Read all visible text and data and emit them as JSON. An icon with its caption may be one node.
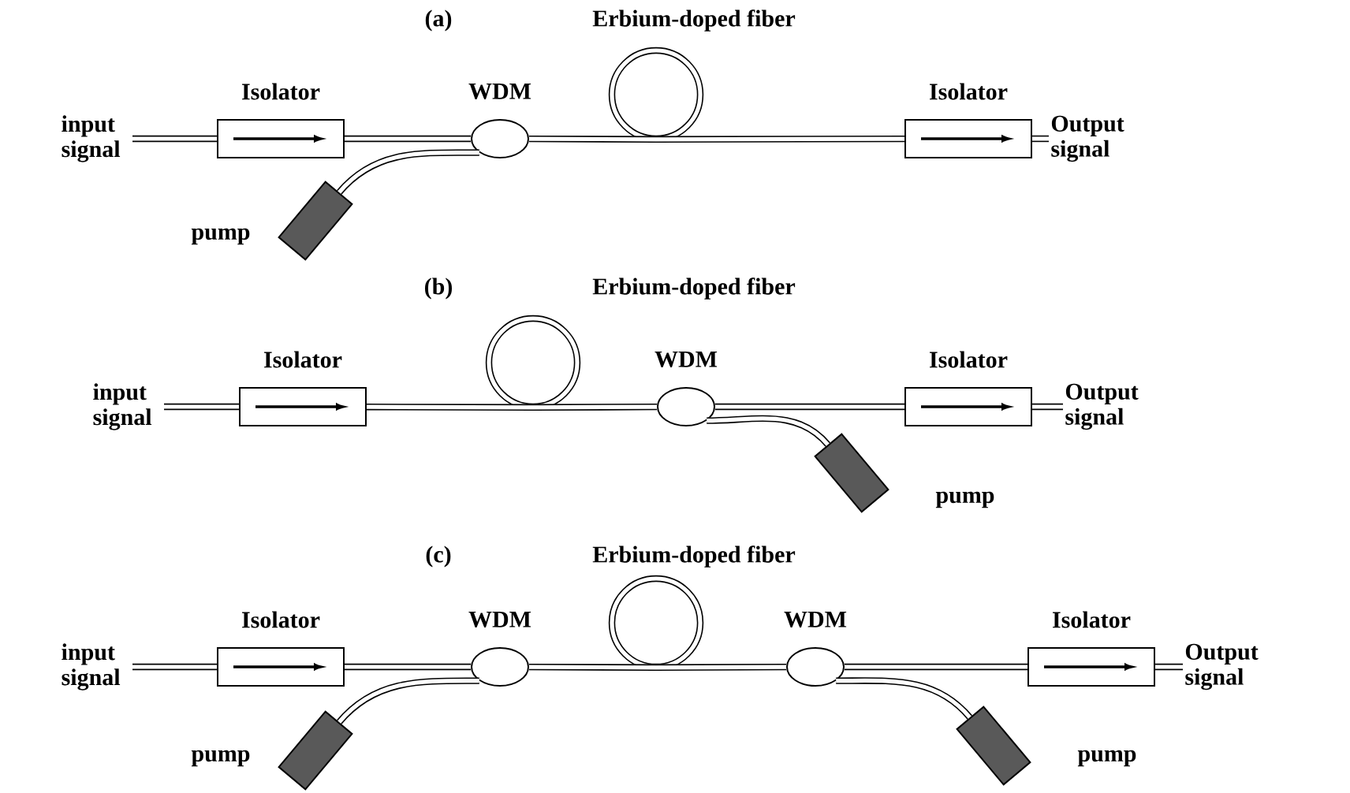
{
  "diagram": {
    "nodes": [
      {
        "text": [
          "input signal"
        ]
      },
      {
        "text": [
          "Isolator"
        ]
      },
      {
        "text": [
          "WDM"
        ]
      },
      {
        "text": [
          "Erbium-doped fiber"
        ]
      },
      {
        "text": [
          "Isolator"
        ]
      },
      {
        "text": [
          "Output signal"
        ]
      },
      {
        "text": [
          "pump"
        ]
      },
      {
        "text": [
          "input signal"
        ]
      },
      {
        "text": [
          "Isolator"
        ]
      },
      {
        "text": [
          "Erbium-doped fiber"
        ]
      },
      {
        "text": [
          "WDM"
        ]
      },
      {
        "text": [
          "Isolator"
        ]
      },
      {
        "text": [
          "Output signal"
        ]
      },
      {
        "text": [
          "pump"
        ]
      },
      {
        "text": [
          "input signal"
        ]
      },
      {
        "text": [
          "Isolator"
        ]
      },
      {
        "text": [
          "WDM"
        ]
      },
      {
        "text": [
          "Erbium-doped fiber"
        ]
      },
      {
        "text": [
          "WDM"
        ]
      },
      {
        "text": [
          "Isolator"
        ]
      },
      {
        "text": [
          "Output signal"
        ]
      },
      {
        "text": [
          "pump"
        ]
      },
      {
        "text": [
          "pump"
        ]
      }
    ],
    "edges": [
      {
        "from": 0,
        "to": 1,
        "arrow": "none"
      },
      {
        "from": 1,
        "to": 2,
        "arrow": "none"
      },
      {
        "from": 6,
        "to": 2,
        "arrow": "none"
      },
      {
        "from": 2,
        "to": 3,
        "arrow": "none"
      },
      {
        "from": 3,
        "to": 4,
        "arrow": "none"
      },
      {
        "from": 4,
        "to": 5,
        "arrow": "none"
      },
      {
        "from": 7,
        "to": 8,
        "arrow": "none"
      },
      {
        "from": 8,
        "to": 9,
        "arrow": "none"
      },
      {
        "from": 9,
        "to": 10,
        "arrow": "none"
      },
      {
        "from": 13,
        "to": 10,
        "arrow": "none"
      },
      {
        "from": 10,
        "to": 11,
        "arrow": "none"
      },
      {
        "from": 11,
        "to": 12,
        "arrow": "none"
      },
      {
        "from": 14,
        "to": 15,
        "arrow": "none"
      },
      {
        "from": 15,
        "to": 16,
        "arrow": "none"
      },
      {
        "from": 21,
        "to": 16,
        "arrow": "none"
      },
      {
        "from": 16,
        "to": 17,
        "arrow": "none"
      },
      {
        "from": 17,
        "to": 18,
        "arrow": "none"
      },
      {
        "from": 22,
        "to": 18,
        "arrow": "none"
      },
      {
        "from": 18,
        "to": 19,
        "arrow": "none"
      },
      {
        "from": 19,
        "to": 20,
        "arrow": "none"
      }
    ],
    "labels": [
      "(a)",
      "(b)",
      "(c)"
    ]
  }
}
